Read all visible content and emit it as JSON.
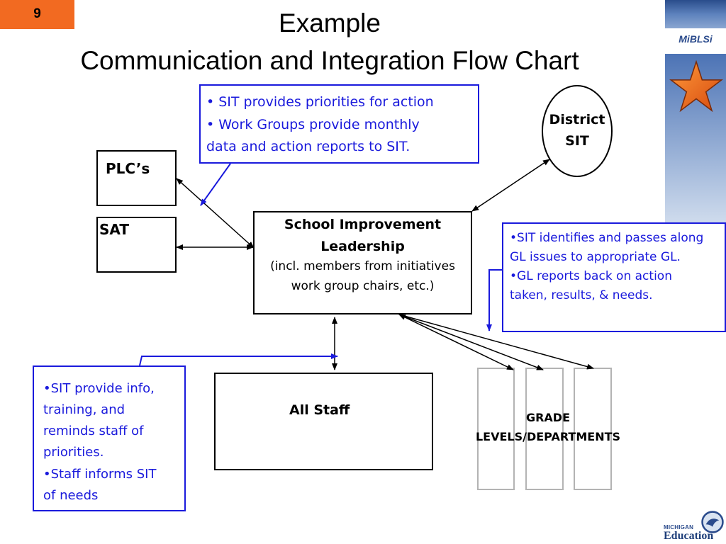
{
  "page_number": "9",
  "title": {
    "line1": "Example",
    "line2": "Communication and Integration Flow Chart"
  },
  "branding": {
    "top_logo": "MiBLSi",
    "state_logo_top": "MICHIGAN",
    "state_logo_bottom": "Education"
  },
  "nodes": {
    "plcs": "PLC’s",
    "sat": "SAT",
    "district_sit": {
      "line1": "District",
      "line2": "SIT"
    },
    "school_improvement": {
      "line1": "School Improvement",
      "line2": "Leadership",
      "line3": "(incl. members from initiatives",
      "line4": "work group chairs, etc.)"
    },
    "all_staff": "All Staff",
    "grade_levels": {
      "line1": "GRADE",
      "line2": "LEVELS/DEPARTMENTS"
    }
  },
  "callouts": {
    "top": {
      "lines": [
        "•  SIT provides priorities for action",
        "•  Work Groups provide monthly",
        "data and action reports to SIT."
      ]
    },
    "right": {
      "lines": [
        "•SIT identifies and passes along",
        "GL issues to appropriate GL.",
        "•GL reports back on action",
        "taken, results, & needs."
      ]
    },
    "left": {
      "lines": [
        "•SIT provide info,",
        "training, and",
        "reminds staff of",
        "priorities.",
        "•Staff informs SIT",
        "of needs"
      ]
    }
  },
  "colors": {
    "accent_orange": "#f26a21",
    "callout_blue": "#1a1adc",
    "sidebar_blue": "#2a4d8c"
  },
  "icons": [
    "star-icon",
    "michigan-seal-icon"
  ]
}
